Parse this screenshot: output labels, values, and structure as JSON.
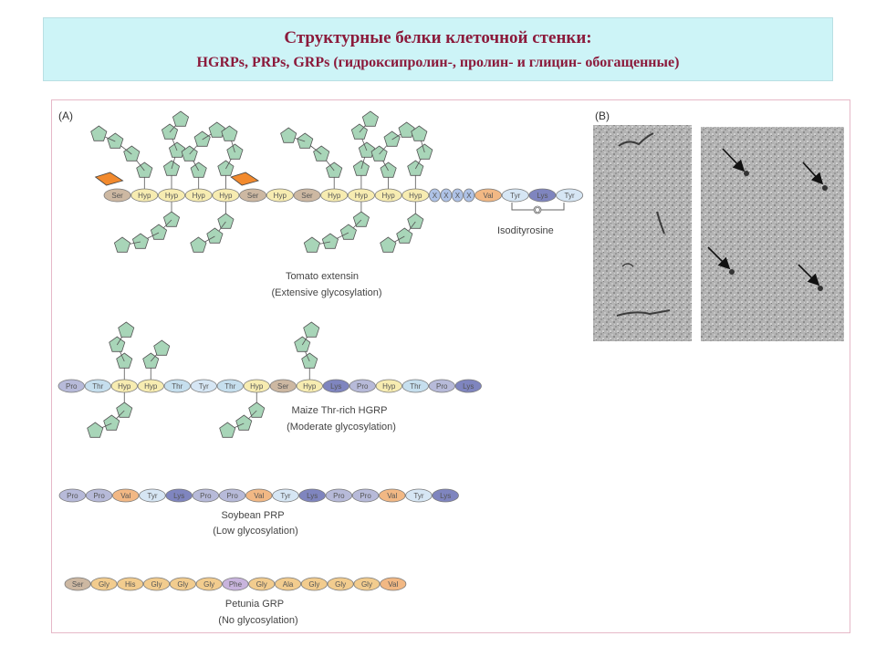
{
  "header": {
    "title": "Структурные белки клеточной стенки:",
    "subtitle": "HGRPs, PRPs, GRPs (гидроксипролин-, пролин- и глицин- обогащенные)"
  },
  "colors": {
    "title_text": "#8b1a3b",
    "title_bg": "#cdf4f7",
    "Ser": "#cdb8a2",
    "Hyp": "#f7ecb1",
    "Pro": "#b7bad9",
    "Thr": "#c6dfee",
    "Tyr": "#d6e6f4",
    "Lys": "#7f85bf",
    "Val": "#f2b884",
    "Gly": "#f2cc8e",
    "His": "#f2cc8e",
    "Phe": "#c8b4dd",
    "Ala": "#f2cc8e",
    "X": "#aec2e6",
    "sugar": "#a8d5b8",
    "arabinose_fill": "#f28a2e"
  },
  "figure": {
    "panel_a_label": "(A)",
    "panel_b_label": "(B)",
    "isodityrosine_label": "Isodityrosine",
    "isodityrosine_link": "O",
    "proteins": [
      {
        "id": "tomato-extensin",
        "name": "Tomato extensin",
        "glyco": "(Extensive glycosylation)",
        "residues": [
          "Ser",
          "Hyp",
          "Hyp",
          "Hyp",
          "Hyp",
          "Ser",
          "Hyp",
          "Ser",
          "Hyp",
          "Hyp",
          "Hyp",
          "Hyp",
          "X",
          "X",
          "X",
          "X",
          "Val",
          "Tyr",
          "Lys",
          "Tyr"
        ]
      },
      {
        "id": "maize-hgrp",
        "name": "Maize Thr-rich HGRP",
        "glyco": "(Moderate glycosylation)",
        "residues": [
          "Pro",
          "Thr",
          "Hyp",
          "Hyp",
          "Thr",
          "Tyr",
          "Thr",
          "Hyp",
          "Ser",
          "Hyp",
          "Lys",
          "Pro",
          "Hyp",
          "Thr",
          "Pro",
          "Lys"
        ]
      },
      {
        "id": "soybean-prp",
        "name": "Soybean PRP",
        "glyco": "(Low glycosylation)",
        "residues": [
          "Pro",
          "Pro",
          "Val",
          "Tyr",
          "Lys",
          "Pro",
          "Pro",
          "Val",
          "Tyr",
          "Lys",
          "Pro",
          "Pro",
          "Val",
          "Tyr",
          "Lys"
        ]
      },
      {
        "id": "petunia-grp",
        "name": "Petunia GRP",
        "glyco": "(No glycosylation)",
        "residues": [
          "Ser",
          "Gly",
          "His",
          "Gly",
          "Gly",
          "Gly",
          "Phe",
          "Gly",
          "Ala",
          "Gly",
          "Gly",
          "Gly",
          "Val"
        ]
      }
    ]
  }
}
